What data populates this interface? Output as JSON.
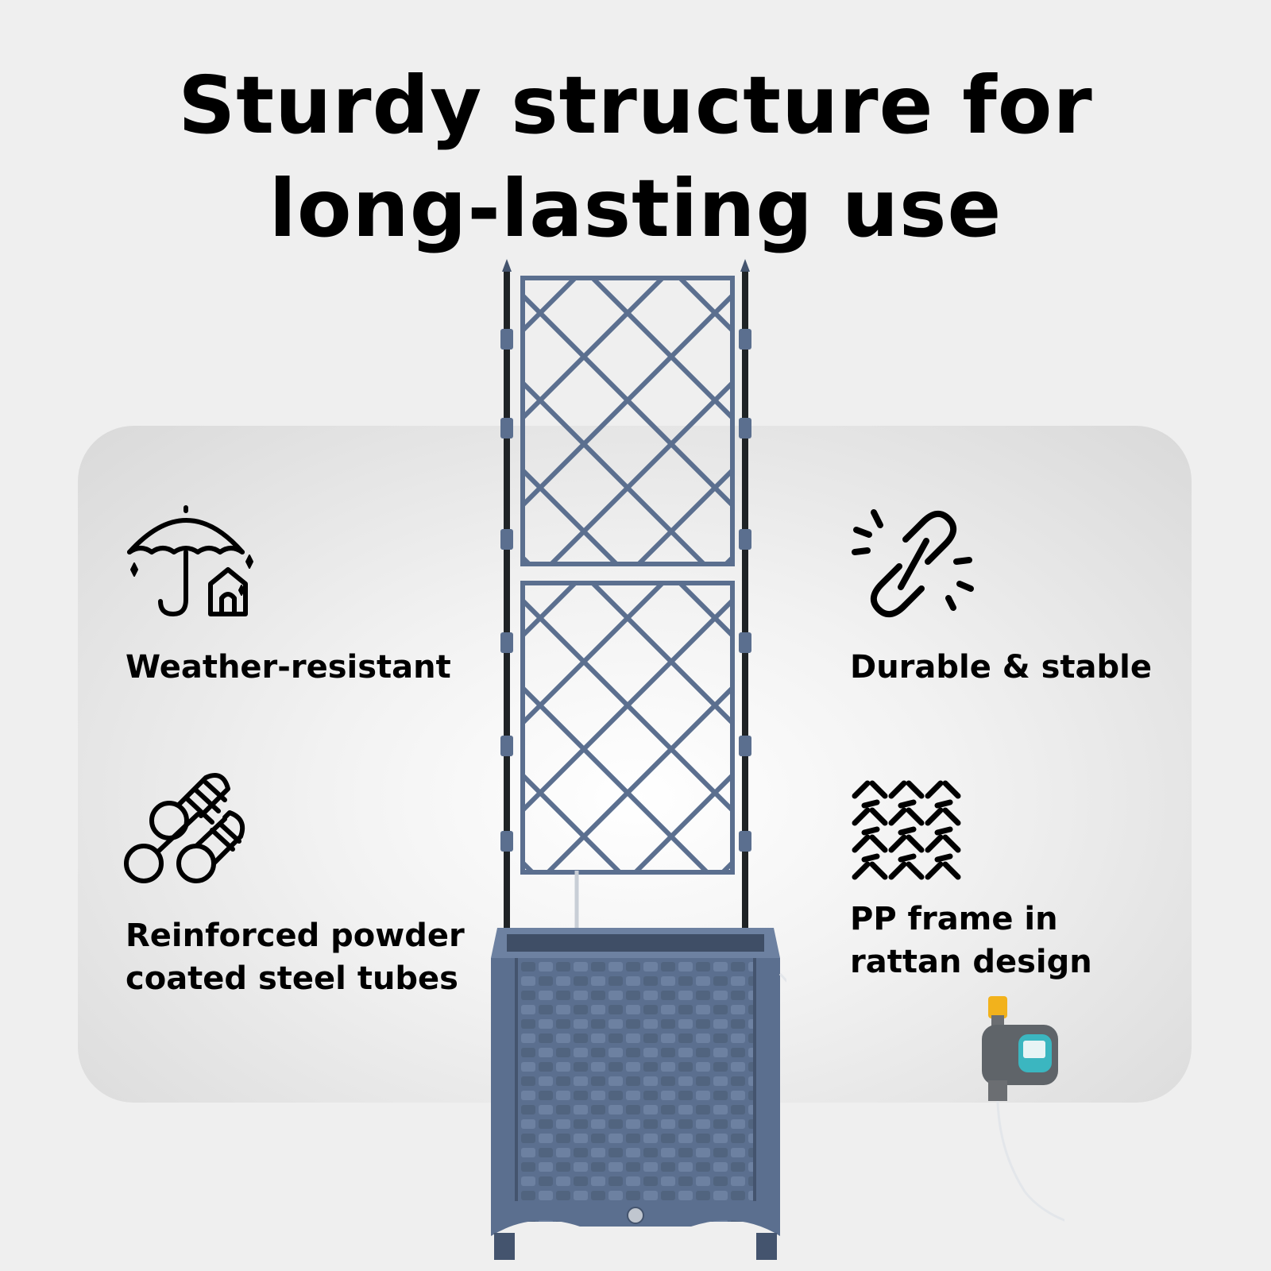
{
  "headline": {
    "line1": "Sturdy structure for",
    "line2": "long-lasting use"
  },
  "features": {
    "weather": {
      "label": "Weather-resistant",
      "icon": "umbrella-house-icon"
    },
    "durable": {
      "label": "Durable & stable",
      "icon": "chain-link-icon"
    },
    "steel": {
      "line1": "Reinforced powder",
      "line2": "coated steel tubes",
      "icon": "steel-tubes-icon"
    },
    "rattan": {
      "line1": "PP frame in",
      "line2": "rattan design",
      "icon": "rattan-weave-icon"
    }
  },
  "colors": {
    "background": "#efefef",
    "product_blue": "#5b6f8f",
    "product_dark": "#44546e",
    "pole": "#1f2326"
  }
}
